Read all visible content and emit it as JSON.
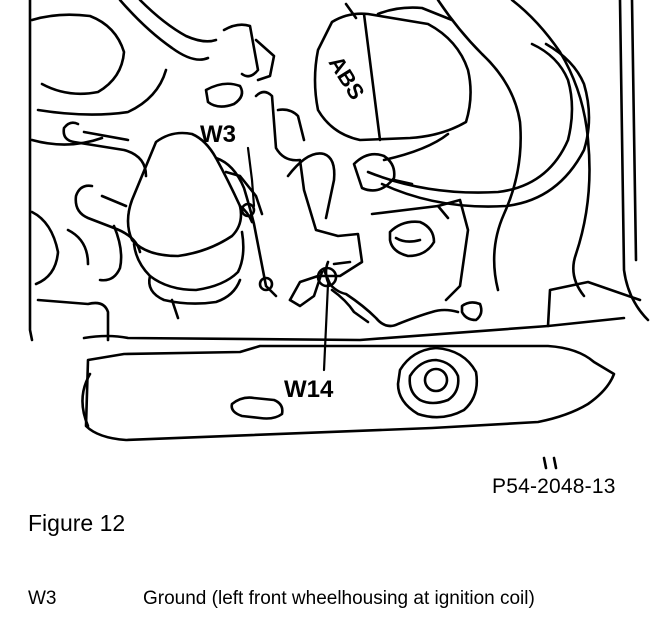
{
  "figure": {
    "callouts": {
      "w3": "W3",
      "w14": "W14",
      "abs": "ABS"
    },
    "code": "P54-2048-13",
    "caption": "Figure 12"
  },
  "legend": [
    {
      "code": "W3",
      "description": "Ground (left front wheelhousing at ignition coil)"
    }
  ]
}
